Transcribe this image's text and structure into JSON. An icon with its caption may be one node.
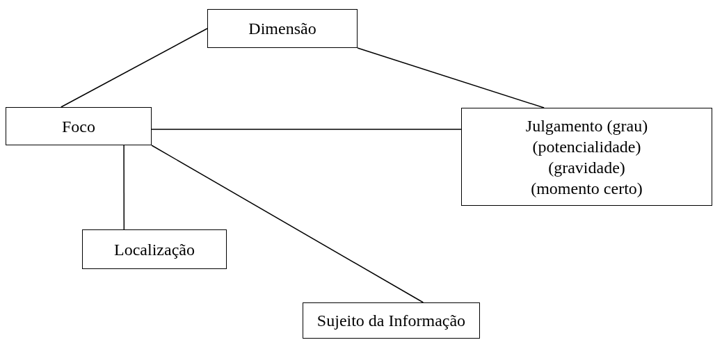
{
  "diagram": {
    "nodes": [
      {
        "text": [
          "Dimensão"
        ]
      },
      {
        "text": [
          "Foco"
        ]
      },
      {
        "text": [
          "Julgamento (grau) (potencialidade) (gravidade) (momento certo)"
        ]
      },
      {
        "text": [
          "Localização"
        ]
      },
      {
        "text": [
          "Sujeito da Informação"
        ]
      }
    ],
    "edges": [
      {
        "from": 1,
        "to": 0,
        "arrow": "none"
      },
      {
        "from": 0,
        "to": 2,
        "arrow": "none"
      },
      {
        "from": 1,
        "to": 2,
        "arrow": "none"
      },
      {
        "from": 1,
        "to": 3,
        "arrow": "none"
      },
      {
        "from": 1,
        "to": 4,
        "arrow": "none"
      }
    ]
  }
}
